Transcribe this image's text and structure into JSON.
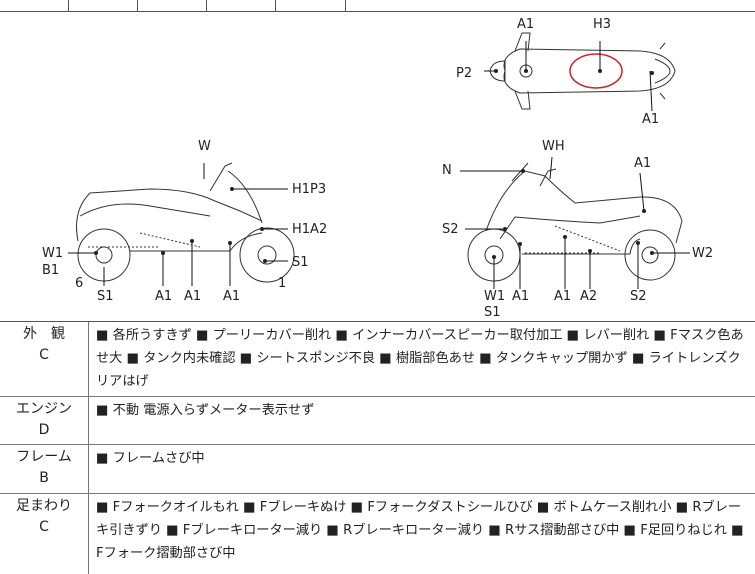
{
  "diagram": {
    "top_view_labels": {
      "a1_left": "A1",
      "h3": "H3",
      "p2": "P2",
      "a1_right": "A1"
    },
    "left_view_labels": {
      "w": "W",
      "h1p3": "H1P3",
      "h1a2": "H1A2",
      "w1": "W1",
      "b1": "B1",
      "s1_right": "S1",
      "six": "6",
      "s1": "S1",
      "a1a": "A1",
      "a1b": "A1",
      "a1c": "A1",
      "one": "1"
    },
    "right_view_labels": {
      "n": "N",
      "wh": "WH",
      "a1_top": "A1",
      "s2_left": "S2",
      "w2": "W2",
      "w1": "W1",
      "s1": "S1",
      "a1a": "A1",
      "a1b": "A1",
      "a2": "A2",
      "s2": "S2"
    },
    "highlight_color": "#d0202a"
  },
  "sections": [
    {
      "name": "外　観",
      "grade": "C",
      "text": "■ 各所うすきず ■ プーリーカバー削れ ■ インナーカバースピーカー取付加工 ■ レバー削れ ■ Fマスク色あせ大 ■ タンク内未確認 ■ シートスポンジ不良 ■ 樹脂部色あせ ■ タンクキャップ開かず ■ ライトレンズクリアはげ"
    },
    {
      "name": "エンジン",
      "grade": "D",
      "text": "■ 不動 電源入らずメーター表示せず"
    },
    {
      "name": "フレーム",
      "grade": "B",
      "text": "■ フレームさび中"
    },
    {
      "name": "足まわり",
      "grade": "C",
      "text": "■ Fフォークオイルもれ ■ Fブレーキぬけ ■ Fフォークダストシールひび ■ ボトムケース削れ小 ■ Rブレーキ引きずり ■ Fブレーキローター減り ■ Rブレーキローター減り ■ Rサス摺動部さび中 ■ F足回りねじれ ■ Fフォーク摺動部さび中"
    }
  ]
}
